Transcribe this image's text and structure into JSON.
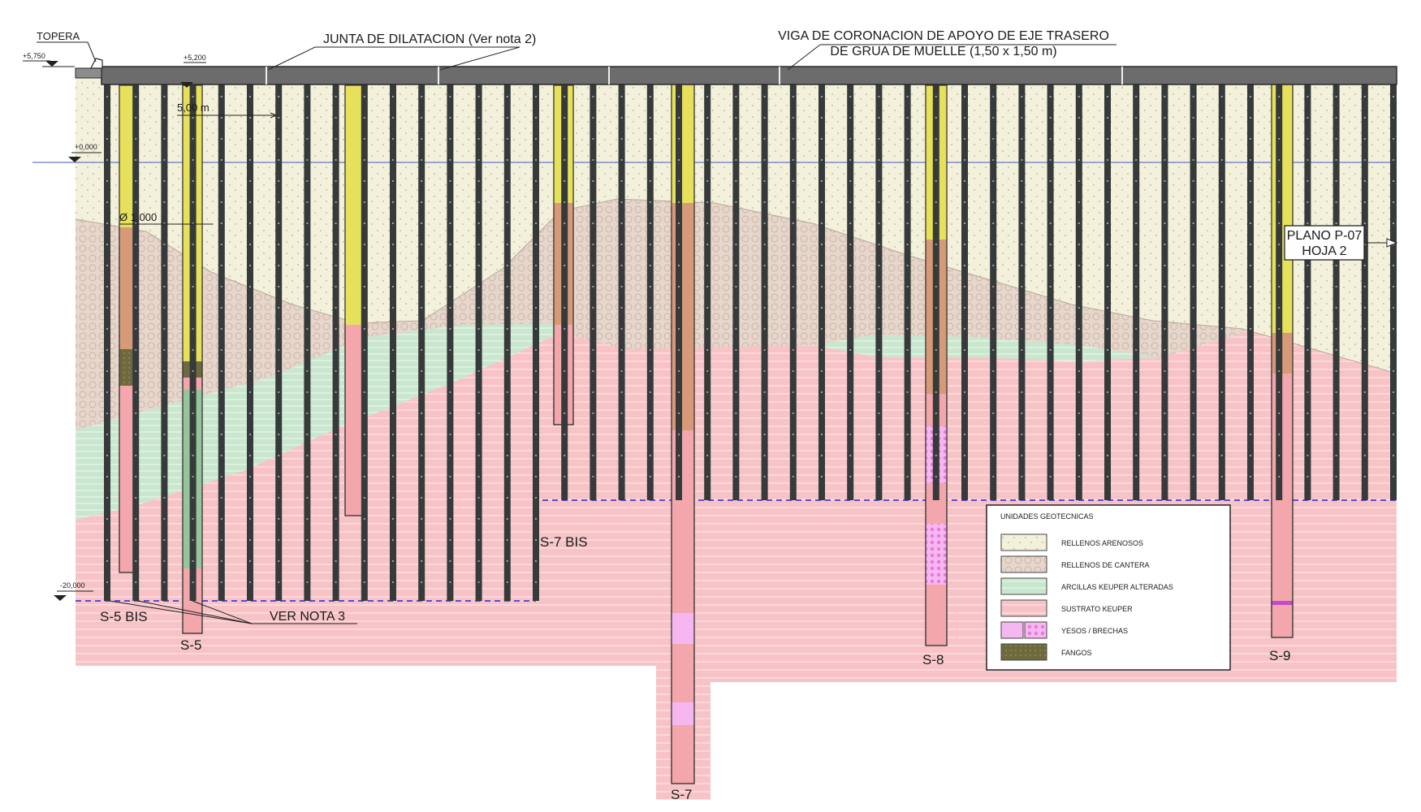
{
  "callouts": {
    "topera": "TOPERA",
    "junta": "JUNTA DE DILATACION (Ver nota 2)",
    "viga_line1": "VIGA DE CORONACION DE APOYO DE EJE TRASERO",
    "viga_line2": "DE GRUA DE MUELLE (1,50 x 1,50 m)",
    "ver_nota": "VER NOTA 3",
    "plano_line1": "PLANO P-07",
    "plano_line2": "HOJA 2"
  },
  "levels": {
    "top_left": "+5,750",
    "top_pile": "+5,200",
    "water": "+0,000",
    "bottom": "-20,000"
  },
  "dimensions": {
    "spacing": "5,00 m",
    "diameter": "Ø 1,000"
  },
  "boreholes": {
    "s5bis": "S-5 BIS",
    "s5": "S-5",
    "s7bis": "S-7 BIS",
    "s7": "S-7",
    "s8": "S-8",
    "s9": "S-9"
  },
  "legend": {
    "title": "UNIDADES GEOTECNICAS",
    "items": [
      {
        "label": "RELLENOS ARENOSOS",
        "color": "#f3f1dc"
      },
      {
        "label": "RELLENOS DE CANTERA",
        "color": "#e6d6cc"
      },
      {
        "label": "ARCILLAS KEUPER ALTERADAS",
        "color": "#c9e6cf"
      },
      {
        "label": "SUSTRATO KEUPER",
        "color": "#f7c3c6"
      },
      {
        "label": "YESOS / BRECHAS",
        "color": "#f6b7f0"
      },
      {
        "label": "FANGOS",
        "color": "#6e6a3e"
      }
    ]
  },
  "colors": {
    "piles": "#363a3a",
    "beam": "#6c6c6c",
    "water_line": "#6677cc",
    "toe_line": "#5b4cd8",
    "boring_yellow": "#e6e05a",
    "boring_orange": "#d79a78",
    "boring_pink": "#f3a7ad",
    "boring_green": "#96c49d",
    "boring_magenta": "#ee9be8"
  }
}
